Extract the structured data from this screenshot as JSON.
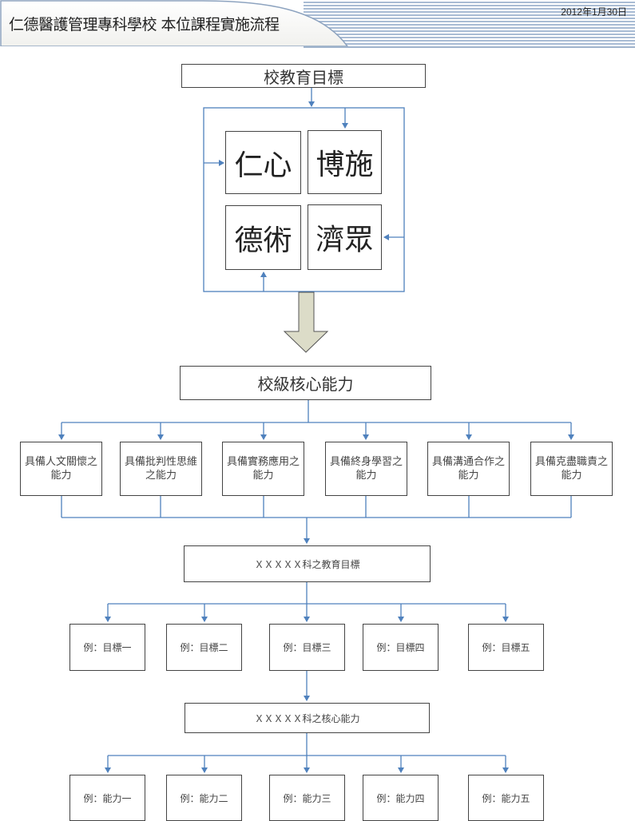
{
  "header": {
    "title": "仁德醫護管理專科學校 本位課程實施流程",
    "date": "2012年1月30日"
  },
  "colors": {
    "connector": "#4f81bd",
    "box_border": "#444444",
    "arrow_fill": "#dcdcc8",
    "header_stripes": "#a9bcd4"
  },
  "school_goal": {
    "title": "校教育目標",
    "values": [
      "仁心",
      "博施",
      "德術",
      "濟眾"
    ]
  },
  "school_core": {
    "title": "校級核心能力",
    "abilities": [
      "具備人文關懷之能力",
      "具備批判性思維之能力",
      "具備實務應用之能力",
      "具備終身學習之能力",
      "具備溝通合作之能力",
      "具備克盡職責之能力"
    ]
  },
  "dept_goal": {
    "title": "ＸＸＸＸＸ科之教育目標",
    "items": [
      "例：目標一",
      "例：目標二",
      "例：目標三",
      "例：目標四",
      "例：目標五"
    ]
  },
  "dept_core": {
    "title": "ＸＸＸＸＸ科之核心能力",
    "items": [
      "例：能力一",
      "例：能力二",
      "例：能力三",
      "例：能力四",
      "例：能力五"
    ]
  }
}
